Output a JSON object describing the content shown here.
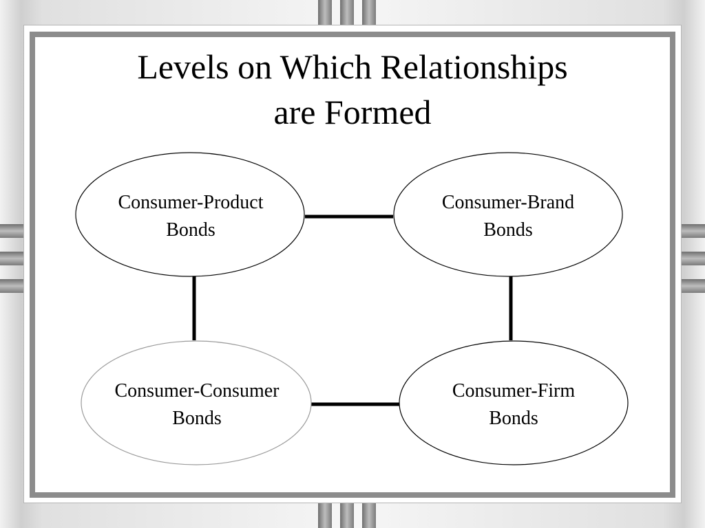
{
  "title": {
    "line1": "Levels on Which Relationships",
    "line2": "are Formed"
  },
  "nodes": {
    "consumer_product": {
      "line1": "Consumer-Product",
      "line2": "Bonds"
    },
    "consumer_brand": {
      "line1": "Consumer-Brand",
      "line2": "Bonds"
    },
    "consumer_consumer": {
      "line1": "Consumer-Consumer",
      "line2": "Bonds"
    },
    "consumer_firm": {
      "line1": "Consumer-Firm",
      "line2": "Bonds"
    }
  },
  "colors": {
    "frame": "#8c8c8c",
    "ornament": "#9a9a9a",
    "connector": "#000000"
  }
}
